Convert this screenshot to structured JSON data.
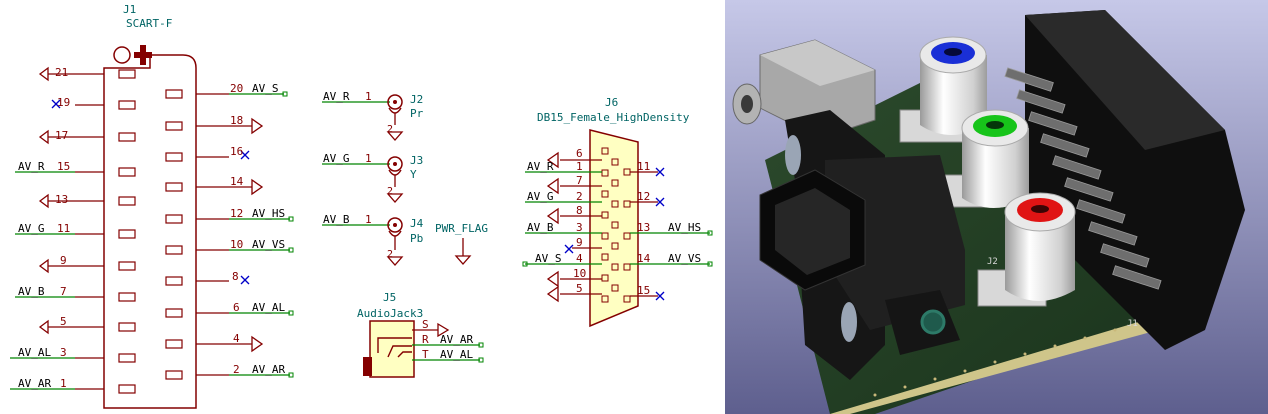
{
  "schematic": {
    "colors": {
      "body": "#840000",
      "bodyfill": "#ffffc2",
      "pin": "#840000",
      "ref": "#006464",
      "wire": "#008400",
      "noconnect": "#0000c8",
      "netlabel": "#000000"
    },
    "j1": {
      "ref": "J1",
      "value": "SCART-F",
      "left_pins": [
        "21",
        "19",
        "17",
        "15",
        "13",
        "11",
        "9",
        "7",
        "5",
        "3",
        "1"
      ],
      "right_pins": [
        "20",
        "18",
        "16",
        "14",
        "12",
        "10",
        "8",
        "6",
        "4",
        "2"
      ],
      "left_nets": [
        "AV_R",
        "AV_G",
        "AV_B",
        "AV_AL",
        "AV_AR"
      ],
      "right_nets": [
        "AV_S",
        "AV_HS",
        "AV_VS",
        "AV_AL",
        "AV_AR"
      ]
    },
    "rca": [
      {
        "ref": "J2",
        "value": "Pr",
        "net": "AV_R",
        "pin": "1",
        "pin2": "2"
      },
      {
        "ref": "J3",
        "value": "Y",
        "net": "AV_G",
        "pin": "1",
        "pin2": "2"
      },
      {
        "ref": "J4",
        "value": "Pb",
        "net": "AV_B",
        "pin": "1",
        "pin2": "2"
      }
    ],
    "pwr_flag": "PWR_FLAG",
    "j5": {
      "ref": "J5",
      "value": "AudioJack3",
      "pins": [
        "S",
        "R",
        "T"
      ],
      "nets": [
        "AV_AR",
        "AV_AL"
      ]
    },
    "j6": {
      "ref": "J6",
      "value": "DB15_Female_HighDensity",
      "left_pins": [
        "6",
        "1",
        "7",
        "2",
        "8",
        "3",
        "9",
        "4",
        "10",
        "5"
      ],
      "right_pins": [
        "11",
        "12",
        "13",
        "14",
        "15"
      ],
      "left_nets": [
        "AV_R",
        "AV_G",
        "AV_B",
        "AV_S"
      ],
      "right_nets": [
        "AV_HS",
        "AV_VS"
      ]
    }
  },
  "render3d": {
    "rca_colors": [
      "#1a2fd6",
      "#17c41a",
      "#e01414"
    ],
    "silk_j1": "J1",
    "silk_j2": "J2"
  }
}
